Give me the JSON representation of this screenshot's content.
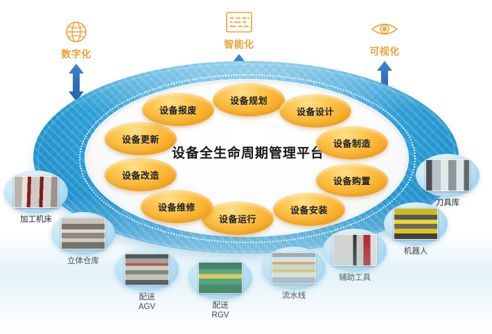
{
  "diagram": {
    "center_title": "设备全生命周期管理平台",
    "ring_color": "#2fa1d8",
    "pill_color": "#f7a925",
    "accent_color": "#efa032"
  },
  "concepts": [
    {
      "id": "digital",
      "icon": "globe-icon",
      "label": "数字化"
    },
    {
      "id": "intelligent",
      "icon": "document-icon",
      "label": "智能化"
    },
    {
      "id": "visual",
      "icon": "eye-icon",
      "label": "可视化"
    }
  ],
  "lifecycle_stages": [
    {
      "id": "planning",
      "label": "设备规划"
    },
    {
      "id": "design",
      "label": "设备设计"
    },
    {
      "id": "manufacturing",
      "label": "设备制造"
    },
    {
      "id": "procurement",
      "label": "设备购置"
    },
    {
      "id": "installation",
      "label": "设备安装"
    },
    {
      "id": "operation",
      "label": "设备运行"
    },
    {
      "id": "maintenance",
      "label": "设备维修"
    },
    {
      "id": "renovation",
      "label": "设备改造"
    },
    {
      "id": "renewal",
      "label": "设备更新"
    },
    {
      "id": "scrapping",
      "label": "设备报废"
    }
  ],
  "assets": [
    {
      "id": "machine-tools",
      "label": "加工机床",
      "photo": "ph-machine"
    },
    {
      "id": "warehouse",
      "label": "立体仓库",
      "photo": "ph-warehouse"
    },
    {
      "id": "agv",
      "label": "配送\nAGV",
      "photo": "ph-agv"
    },
    {
      "id": "rgv",
      "label": "配送\nRGV",
      "photo": "ph-rgv"
    },
    {
      "id": "assembly-line",
      "label": "流水线",
      "photo": "ph-line"
    },
    {
      "id": "auxiliary-tool",
      "label": "辅助工具",
      "photo": "ph-tools"
    },
    {
      "id": "robot",
      "label": "机器人",
      "photo": "ph-robot"
    },
    {
      "id": "tool-library",
      "label": "刀具库",
      "photo": "ph-toolcab"
    }
  ]
}
